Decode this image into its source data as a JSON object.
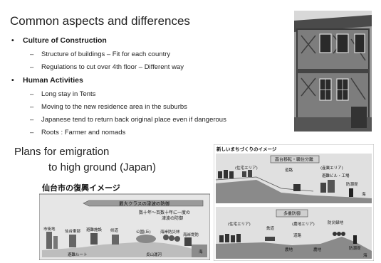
{
  "slide": {
    "title": "Common aspects and differences",
    "sections": [
      {
        "heading": "Culture of Construction",
        "items": [
          "Structure of buildings – Fit for each country",
          "Regulations to cut over 4th floor – Different way"
        ]
      },
      {
        "heading": "Human Activities",
        "items": [
          "Long stay in Tents",
          "Moving to the new residence area in the suburbs",
          "Japanese tend to return back original place even if dangerous",
          "Roots : Farmer and nomads"
        ]
      }
    ],
    "subtitle_line1": "Plans for emigration",
    "subtitle_line2": "to high ground (Japan)"
  },
  "left_diagram": {
    "title": "仙台市の復興イメージ",
    "arrow_label": "最大クラスの津波の防御",
    "note_line1": "数十年～百数十年に一度の",
    "note_line2": "津波の防御",
    "labels": [
      "市街地",
      "仙台東部",
      "避難施設",
      "県道",
      "公園(丘)",
      "海岸防災林",
      "海岸堤防",
      "避難ルート",
      "貞山運河",
      "海"
    ]
  },
  "right_diagram": {
    "title": "新しいまちづくりのイメージ",
    "top_box": "高台移転・職住分離",
    "top_labels": [
      "(住宅エリア)",
      "(産業エリア)",
      "道路",
      "避難ビル・工場",
      "防潮堤",
      "海"
    ],
    "bottom_box": "多重防御",
    "bottom_labels": [
      "(住宅エリア)",
      "鉄道",
      "(農地エリア)",
      "防災緑地",
      "道路",
      "農地",
      "農地",
      "防潮堤",
      "海"
    ]
  }
}
